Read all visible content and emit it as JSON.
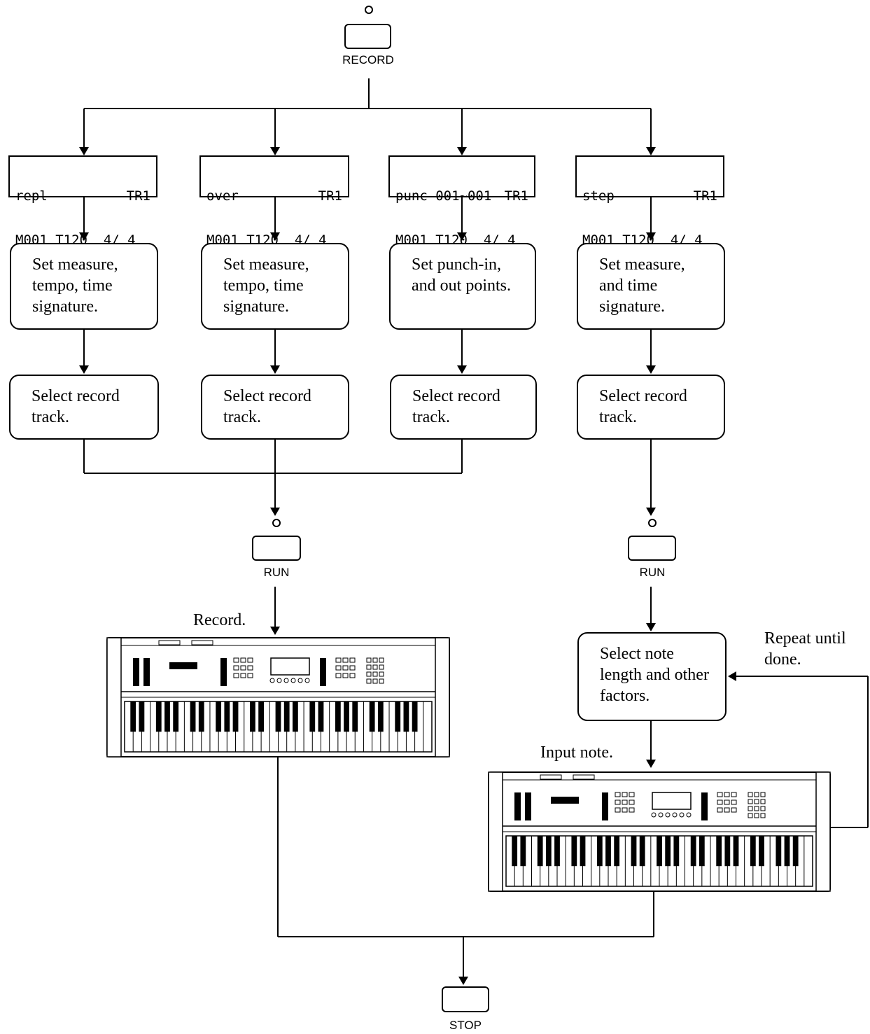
{
  "buttons": {
    "record": "RECORD",
    "run_left": "RUN",
    "run_right": "RUN",
    "stop": "STOP"
  },
  "displays": [
    {
      "mode": "repl",
      "track": "TR1",
      "line2": "M001 T120  4/ 4"
    },
    {
      "mode": "over",
      "track": "TR1",
      "line2": "M001 T120  4/ 4"
    },
    {
      "mode": "punc 001~001",
      "track": "TR1",
      "line2": "M001 T120  4/ 4"
    },
    {
      "mode": "step",
      "track": "TR1",
      "line2": "M001 T120  4/ 4"
    }
  ],
  "setup_boxes": [
    "Set measure, tempo, time signature.",
    "Set measure, tempo, time signature.",
    "Set punch-in, and out points.",
    "Set measure, and time signature."
  ],
  "select_track_boxes": [
    "Select record track.",
    "Select record track.",
    "Select record track.",
    "Select record track."
  ],
  "notes": {
    "record": "Record.",
    "input_note": "Input note.",
    "repeat": "Repeat until done."
  },
  "select_note_box": "Select note length and other factors."
}
